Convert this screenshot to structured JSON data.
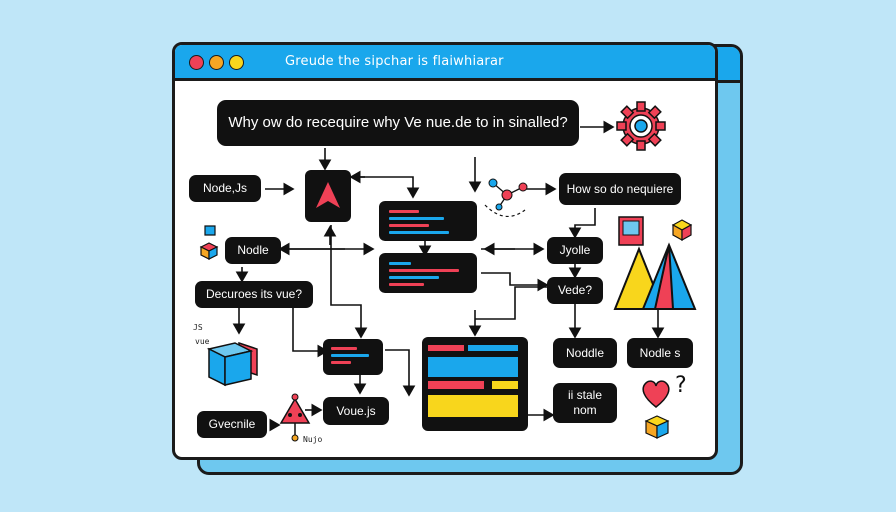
{
  "window": {
    "title": "Greude the sipchar is flaiwhiarar"
  },
  "nodes": {
    "question": "Why ow do  recequire why Ve nue.de to in sinalled?",
    "node_js": "Node,Js",
    "nodle": "Nodle",
    "decurses": "Decuroes its vue?",
    "gvecnile": "Gvecnile",
    "vouejs": "Voue.js",
    "how_so": "How so do nequiere",
    "jyolle": "Jyolle",
    "vede": "Vede?",
    "noddle": "Noddle",
    "nodles": "Nodle s",
    "install_line1": "ii stale",
    "install_line2": "nom"
  },
  "labels": {
    "js": "JS",
    "vue": "vue",
    "nujo": "Nujo"
  },
  "icons": {
    "gear": "gear-icon",
    "cube": "cube-icon",
    "heart": "heart-icon",
    "question_mark": "question-mark-icon",
    "network": "network-icon",
    "triangle_shapes": "mountain-triangles-icon",
    "image": "image-icon",
    "arrow_up": "arrow-up-icon",
    "robot": "robot-icon"
  },
  "symbols": {
    "question_mark": "?"
  },
  "colors": {
    "background": "#bfe6f8",
    "titlebar": "#1aa7ec",
    "node": "#111111",
    "accent_red": "#ef4156",
    "accent_blue": "#1aa7ec",
    "accent_yellow": "#f8d61c"
  }
}
